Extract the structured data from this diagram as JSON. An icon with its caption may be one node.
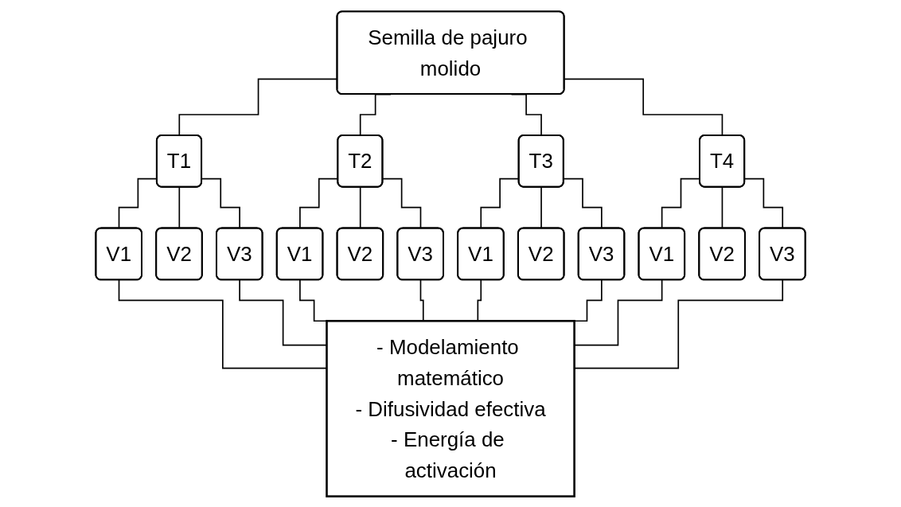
{
  "diagram": {
    "nodes": [
      {
        "text": [
          "Semilla de pajuro molido"
        ]
      },
      {
        "text": [
          "T1"
        ]
      },
      {
        "text": [
          "T2"
        ]
      },
      {
        "text": [
          "T3"
        ]
      },
      {
        "text": [
          "T4"
        ]
      },
      {
        "text": [
          "V1"
        ]
      },
      {
        "text": [
          "V2"
        ]
      },
      {
        "text": [
          "V3"
        ]
      },
      {
        "text": [
          "V1"
        ]
      },
      {
        "text": [
          "V2"
        ]
      },
      {
        "text": [
          "V3"
        ]
      },
      {
        "text": [
          "V1"
        ]
      },
      {
        "text": [
          "V2"
        ]
      },
      {
        "text": [
          "V3"
        ]
      },
      {
        "text": [
          "V1"
        ]
      },
      {
        "text": [
          "V2"
        ]
      },
      {
        "text": [
          "V3"
        ]
      },
      {
        "text": [
          "- Modelamiento matemático",
          "- Difusividad efectiva",
          "- Energía de activación"
        ]
      }
    ],
    "edges": [
      {
        "from": 0,
        "to": 1,
        "arrow": "none"
      },
      {
        "from": 0,
        "to": 2,
        "arrow": "none"
      },
      {
        "from": 0,
        "to": 3,
        "arrow": "none"
      },
      {
        "from": 0,
        "to": 4,
        "arrow": "none"
      },
      {
        "from": 1,
        "to": 5,
        "arrow": "none"
      },
      {
        "from": 1,
        "to": 6,
        "arrow": "none"
      },
      {
        "from": 1,
        "to": 7,
        "arrow": "none"
      },
      {
        "from": 2,
        "to": 8,
        "arrow": "none"
      },
      {
        "from": 2,
        "to": 9,
        "arrow": "none"
      },
      {
        "from": 2,
        "to": 10,
        "arrow": "none"
      },
      {
        "from": 3,
        "to": 11,
        "arrow": "none"
      },
      {
        "from": 3,
        "to": 12,
        "arrow": "none"
      },
      {
        "from": 3,
        "to": 13,
        "arrow": "none"
      },
      {
        "from": 4,
        "to": 14,
        "arrow": "none"
      },
      {
        "from": 4,
        "to": 15,
        "arrow": "none"
      },
      {
        "from": 4,
        "to": 16,
        "arrow": "none"
      },
      {
        "from": 5,
        "to": 17,
        "arrow": "none"
      },
      {
        "from": 7,
        "to": 17,
        "arrow": "none"
      },
      {
        "from": 8,
        "to": 17,
        "arrow": "none"
      },
      {
        "from": 10,
        "to": 17,
        "arrow": "none"
      },
      {
        "from": 11,
        "to": 17,
        "arrow": "none"
      },
      {
        "from": 13,
        "to": 17,
        "arrow": "none"
      },
      {
        "from": 14,
        "to": 17,
        "arrow": "none"
      },
      {
        "from": 16,
        "to": 17,
        "arrow": "none"
      }
    ]
  }
}
